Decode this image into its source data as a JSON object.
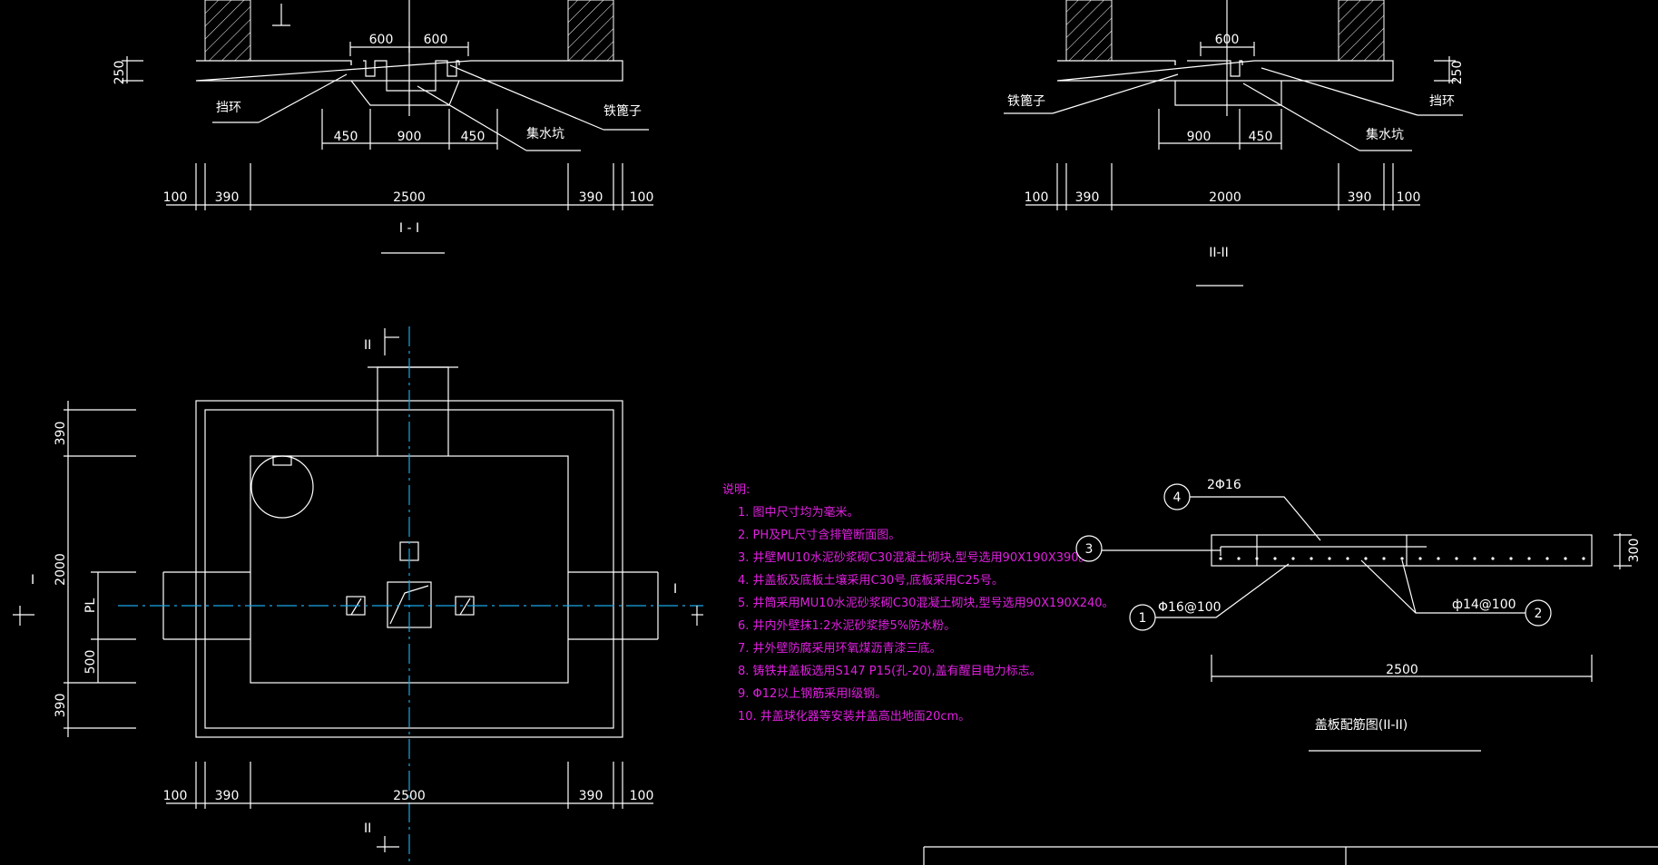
{
  "section_1": {
    "dims_top": [
      "600",
      "600"
    ],
    "depth_dim": "250",
    "sub_dims": [
      "450",
      "900",
      "450"
    ],
    "bottom_dims": [
      "100",
      "390",
      "2500",
      "390",
      "100"
    ],
    "labels": {
      "ring": "挡环",
      "rungs": "铁篦子",
      "sump": "集水坑"
    },
    "title": "I - I"
  },
  "section_2": {
    "dims_top": [
      "600"
    ],
    "depth_dim": "250",
    "sub_dims": [
      "900",
      "450"
    ],
    "bottom_dims": [
      "100",
      "390",
      "2000",
      "390",
      "100"
    ],
    "labels": {
      "ring": "挡环",
      "rungs": "铁篦子",
      "sump": "集水坑"
    },
    "title": "II-II"
  },
  "plan": {
    "left_dims": [
      "390",
      "2000",
      "500",
      "390"
    ],
    "pl_label": "PL",
    "bottom_dims": [
      "100",
      "390",
      "2500",
      "390",
      "100"
    ],
    "section_marks": [
      "II",
      "I",
      "I",
      "II"
    ]
  },
  "notes": {
    "title": "说明:",
    "items": [
      "1. 图中尺寸均为毫米。",
      "2. PH及PL尺寸含排管断面图。",
      "3. 井壁MU10水泥砂浆砌C30混凝土砌块,型号选用90X190X390。",
      "4. 井盖板及底板土壤采用C30号,底板采用C25号。",
      "5. 井筒采用MU10水泥砂浆砌C30混凝土砌块,型号选用90X190X240。",
      "6. 井内外壁抹1:2水泥砂浆掺5%防水粉。",
      "7. 井外壁防腐采用环氧煤沥青漆三底。",
      "8. 铸铁井盖板选用S147 P15(孔-20),盖有醒目电力标志。",
      "9. Φ12以上钢筋采用Ⅰ级钢。",
      "10. 井盖球化器等安装井盖高出地面20cm。"
    ]
  },
  "cover_plate": {
    "callouts": [
      "1",
      "2",
      "3",
      "4"
    ],
    "rebar": {
      "top": "2Φ16",
      "bottom_left": "Φ16@100",
      "bottom_right": "ф14@100"
    },
    "thickness": "300",
    "length": "2500",
    "title": "盖板配筋图(II-II)"
  },
  "colors": {
    "lines": "#ffffff",
    "centerline": "#19a6e8",
    "notes": "#e020e0"
  }
}
